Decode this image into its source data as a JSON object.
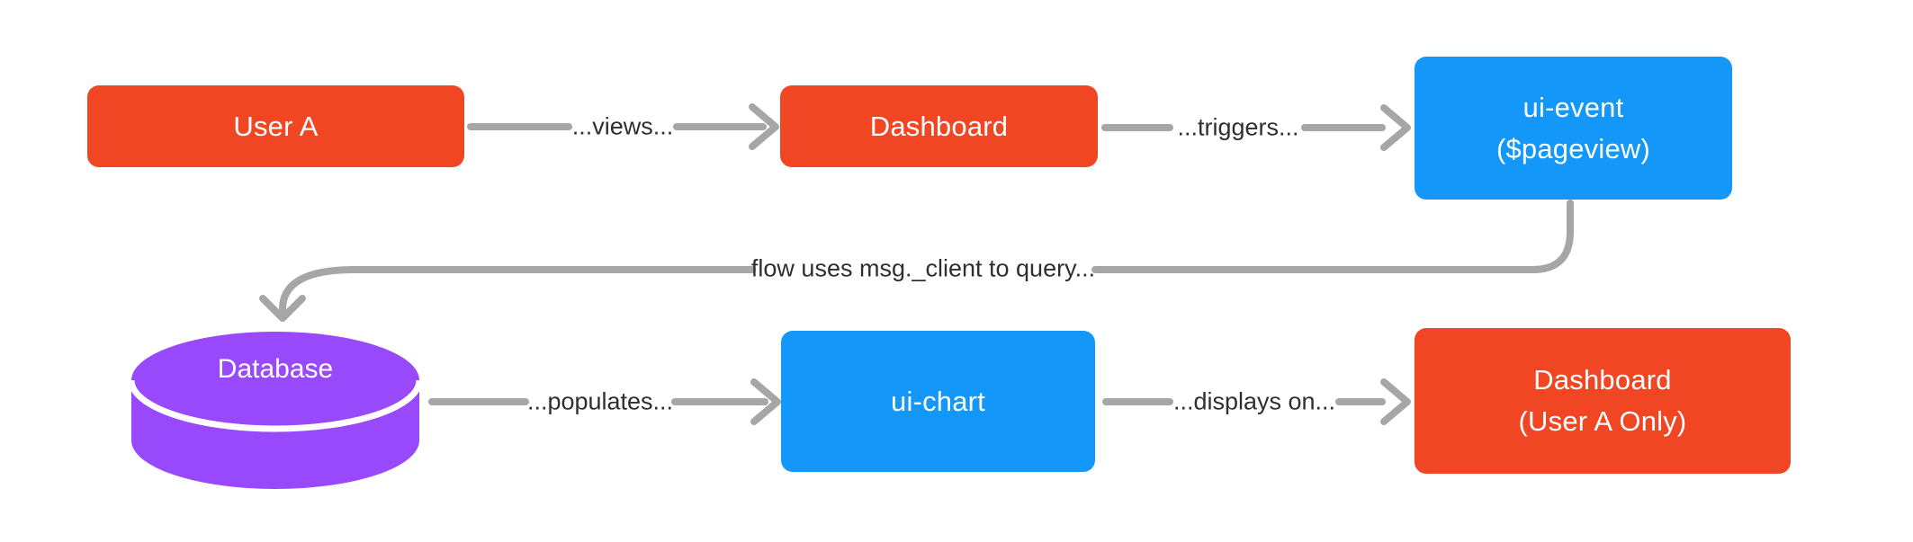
{
  "colors": {
    "background": "#FFFFFF",
    "orange": "#F04623",
    "blue": "#1398FA",
    "purple": "#9849FC",
    "arrow": "#A6A6A6",
    "label_text": "#2F2F2F",
    "node_text": "#FFFFFF",
    "cylinder_divider": "#FFFFFF"
  },
  "nodes": {
    "user_a": {
      "label": "User A"
    },
    "dashboard": {
      "label": "Dashboard"
    },
    "ui_event": {
      "line1": "ui-event",
      "line2": "($pageview)"
    },
    "database": {
      "label": "Database"
    },
    "ui_chart": {
      "label": "ui-chart"
    },
    "dashboard_user_a": {
      "line1": "Dashboard",
      "line2": "(User A Only)"
    }
  },
  "edges": {
    "views": {
      "label": "...views..."
    },
    "triggers": {
      "label": "...triggers..."
    },
    "query": {
      "label": "flow uses msg._client to query..."
    },
    "populates": {
      "label": "...populates..."
    },
    "displays_on": {
      "label": "...displays on..."
    }
  }
}
